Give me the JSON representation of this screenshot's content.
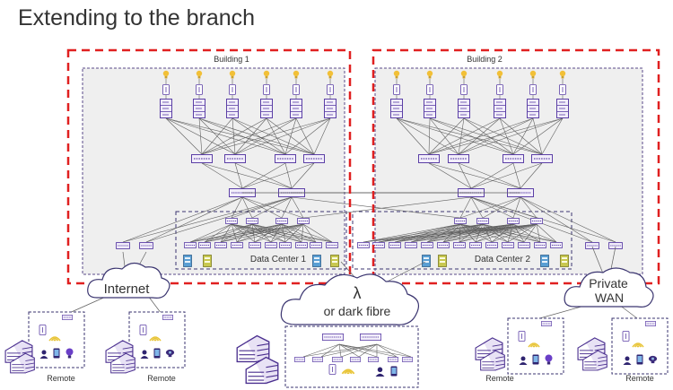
{
  "title": "Extending to the branch",
  "buildings": {
    "b1": "Building 1",
    "b2": "Building 2"
  },
  "data_centers": {
    "dc1": "Data Center 1",
    "dc2": "Data Center 2"
  },
  "clouds": {
    "internet": "Internet",
    "lambda_symbol": "λ",
    "lambda_text": "or dark fibre",
    "private_wan_1": "Private",
    "private_wan_2": "WAN"
  },
  "remote_label": "Remote",
  "colors": {
    "building_border": "#e02020",
    "inner_border": "#5a4a8a",
    "device": "#5b3fa6",
    "device_fill": "#f2eefa",
    "line": "#606060",
    "bulb": "#f2c037",
    "server": "#4a2f8f",
    "panel_bg": "#efefef"
  }
}
